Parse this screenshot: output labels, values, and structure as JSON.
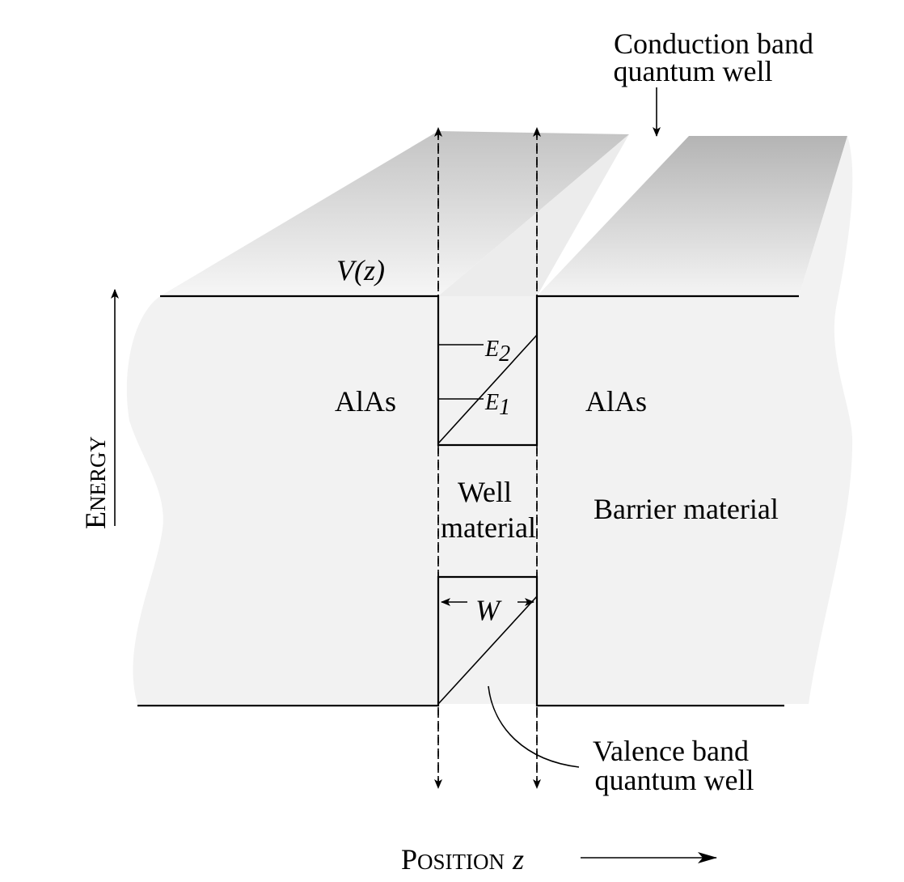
{
  "labels": {
    "conduction_line1": "Conduction band",
    "conduction_line2": "quantum well",
    "potential": "V(z)",
    "energy_cap": "E",
    "energy_rest": "NERGY",
    "alas_left": "AlAs",
    "alas_right": "AlAs",
    "level_e2_letter": "E",
    "level_e2_sub": "2",
    "level_e1_letter": "E",
    "level_e1_sub": "1",
    "well_line1": "Well",
    "well_line2": "material",
    "barrier": "Barrier material",
    "width": "W",
    "valence_line1": "Valence band",
    "valence_line2": "quantum well",
    "position_cap": "P",
    "position_rest": "OSITION",
    "position_var": "z"
  },
  "colors": {
    "slab_fill": "#f2f2f2",
    "shade_dark": "#b0b0b0",
    "line": "#000000"
  }
}
